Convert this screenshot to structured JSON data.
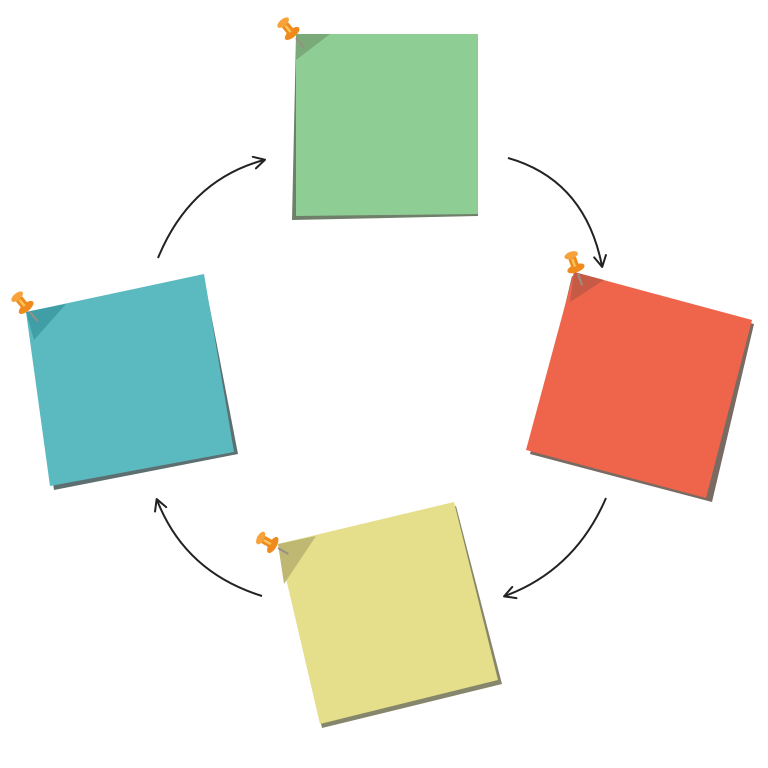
{
  "diagram": {
    "type": "cycle",
    "notes": [
      {
        "id": "note-green",
        "color": "#8ecd94",
        "shadow": "#6f7f69",
        "fold": "#7aa97a",
        "text": ""
      },
      {
        "id": "note-red",
        "color": "#ef654c",
        "shadow": "#7a6b62",
        "fold": "#c65a45",
        "text": ""
      },
      {
        "id": "note-yellow",
        "color": "#e5de8a",
        "shadow": "#85866b",
        "fold": "#bfb872",
        "text": ""
      },
      {
        "id": "note-blue",
        "color": "#5bb9c0",
        "shadow": "#5d6f71",
        "fold": "#3f9ea6",
        "text": ""
      }
    ],
    "arrows": [
      {
        "id": "arrow-green-to-red"
      },
      {
        "id": "arrow-red-to-yellow"
      },
      {
        "id": "arrow-yellow-to-blue"
      },
      {
        "id": "arrow-blue-to-green"
      }
    ],
    "arrow_color": "#222222",
    "pin_colors": {
      "head": "#f08a1c",
      "highlight": "#f7c35a",
      "needle": "#9a8f86"
    },
    "icons": [
      "pushpin-icon"
    ]
  }
}
